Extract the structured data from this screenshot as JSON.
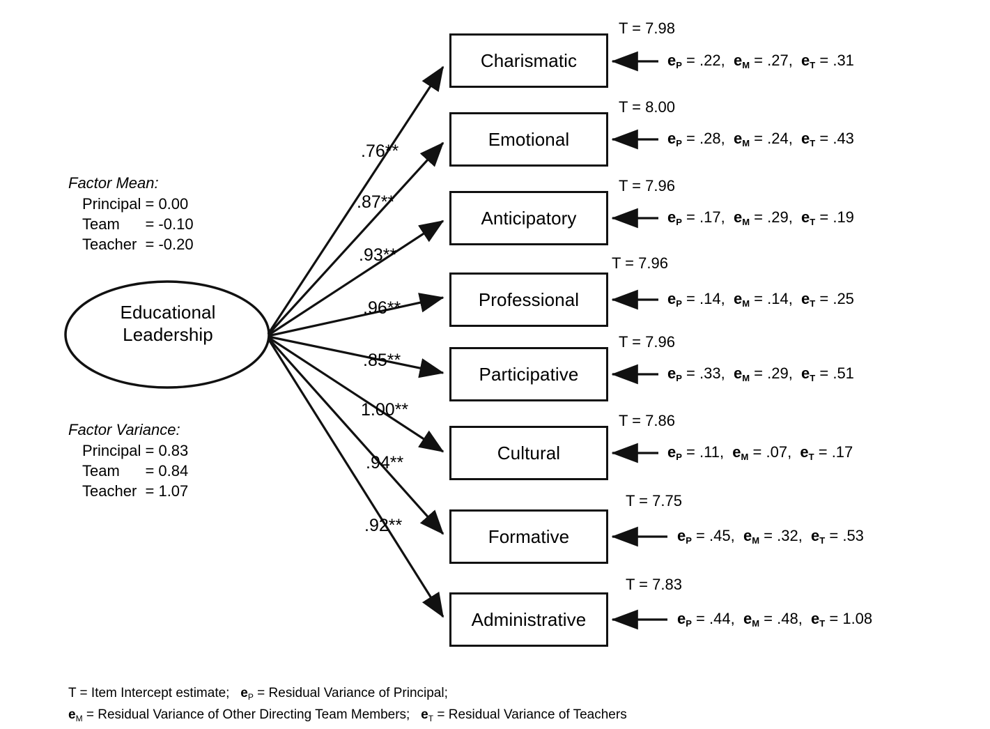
{
  "diagram": {
    "title": "Educational Leadership measurement model",
    "factor": {
      "label_line1": "Educational",
      "label_line2": "Leadership"
    },
    "annotations": [
      {
        "id": "factor-mean",
        "title": "Factor Mean:",
        "rows": [
          "Principal = 0.00",
          "Team      = -0.10",
          "Teacher  = -0.20"
        ]
      },
      {
        "id": "factor-variance",
        "title": "Factor Variance:",
        "rows": [
          "Principal = 0.83",
          "Team      = 0.84",
          "Teacher  = 1.07"
        ]
      }
    ],
    "indicators": [
      {
        "name": "Charismatic",
        "loading": ".76**",
        "intercept": "T = 7.98",
        "residual": {
          "eP": ".22",
          "eM": ".27",
          "eT": ".31"
        }
      },
      {
        "name": "Emotional",
        "loading": ".87**",
        "intercept": "T = 8.00",
        "residual": {
          "eP": ".28",
          "eM": ".24",
          "eT": ".43"
        }
      },
      {
        "name": "Anticipatory",
        "loading": ".93**",
        "intercept": "T = 7.96",
        "residual": {
          "eP": ".17",
          "eM": ".29",
          "eT": ".19"
        }
      },
      {
        "name": "Professional",
        "loading": ".96**",
        "intercept": "T = 7.96",
        "residual": {
          "eP": ".14",
          "eM": ".14",
          "eT": ".25"
        }
      },
      {
        "name": "Participative",
        "loading": ".85**",
        "intercept": "T = 7.96",
        "residual": {
          "eP": ".33",
          "eM": ".29",
          "eT": ".51"
        }
      },
      {
        "name": "Cultural",
        "loading": "1.00**",
        "intercept": "T = 7.86",
        "residual": {
          "eP": ".11",
          "eM": ".07",
          "eT": ".17"
        }
      },
      {
        "name": "Formative",
        "loading": ".94**",
        "intercept": "T = 7.75",
        "residual": {
          "eP": ".45",
          "eM": ".32",
          "eT": ".53"
        }
      },
      {
        "name": "Administrative",
        "loading": ".92**",
        "intercept": "T = 7.83",
        "residual": {
          "eP": ".44",
          "eM": ".48",
          "eT": "1.08"
        }
      }
    ],
    "footnote": {
      "line1_a": "T = Item Intercept estimate;",
      "line1_b_sub": "P",
      "line1_b": " = Residual Variance of Principal;",
      "line2_a_sub": "M",
      "line2_a": " = Residual Variance of Other Directing Team Members;",
      "line2_b_sub": "T",
      "line2_b": " = Residual Variance of Teachers",
      "e_symbol": "e"
    },
    "colors": {
      "stroke": "#111111",
      "background": "#ffffff",
      "text": "#000000"
    }
  }
}
